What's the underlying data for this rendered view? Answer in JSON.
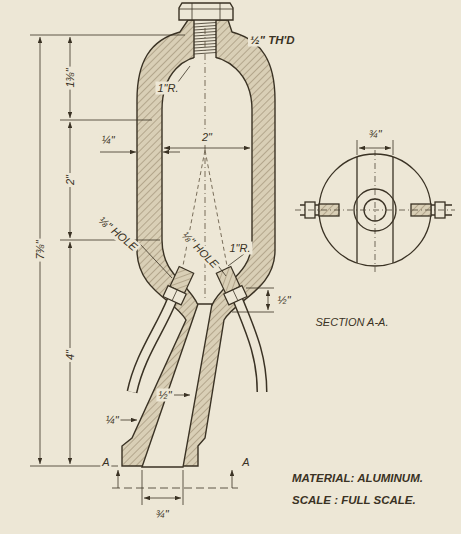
{
  "diagram": {
    "labels": [
      "½\" TH'D",
      "1\"R.",
      "1⅜\"",
      "2\"",
      "¼\"",
      "2\"",
      "7⅜\"",
      "⅛\" HOLE",
      "⅛\" HOLE",
      "1\"R.",
      "½\"",
      "4\"",
      "¼\"",
      "½\"",
      "A",
      "A",
      "¾\"",
      "¾\"",
      "SECTION A-A.",
      "MATERIAL: ALUMINUM.",
      "SCALE : FULL SCALE."
    ]
  }
}
